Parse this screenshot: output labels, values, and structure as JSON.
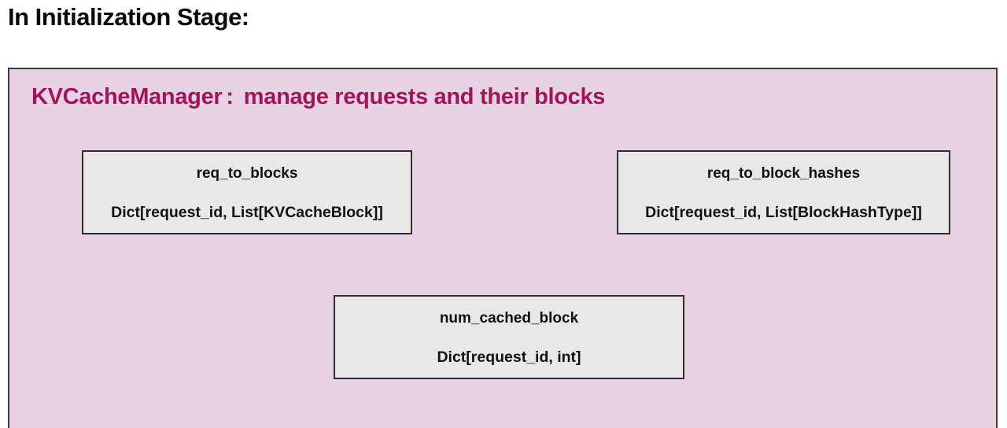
{
  "page": {
    "title": "In Initialization Stage:"
  },
  "panel": {
    "heading": {
      "name": "KVCacheManager",
      "colon": ":",
      "description": "manage requests and their blocks"
    },
    "boxes": [
      {
        "name": "req_to_blocks",
        "type": "Dict[request_id, List[KVCacheBlock]]"
      },
      {
        "name": "req_to_block_hashes",
        "type": "Dict[request_id, List[BlockHashType]]"
      },
      {
        "name": "num_cached_block",
        "type": "Dict[request_id, int]"
      }
    ],
    "colors": {
      "panel_background": "#e6d2e2",
      "heading_text": "#a11558",
      "box_background": "#e9e8e7",
      "border": "#3b3b3b",
      "text": "#111111"
    }
  }
}
